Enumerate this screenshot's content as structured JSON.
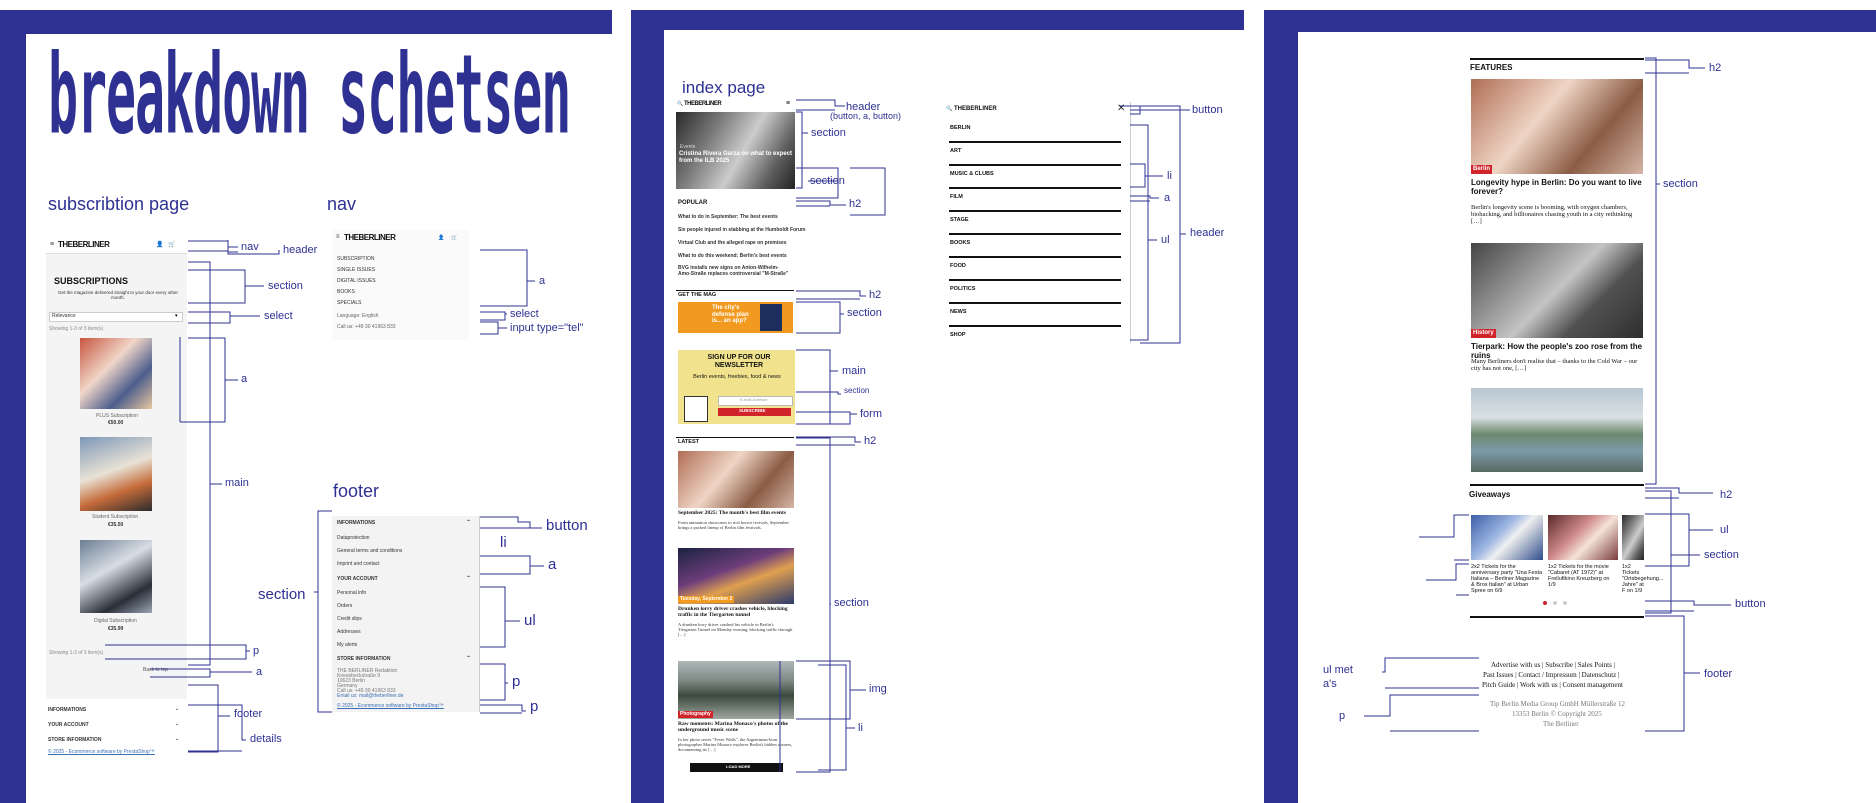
{
  "title": "breakdown schetsen",
  "headings": {
    "subscription": "subscribtion page",
    "nav": "nav",
    "footer": "footer",
    "index": "index page"
  },
  "colors": {
    "accent": "#2e3192",
    "red": "#d1232a",
    "yellow": "#f7c948",
    "orange": "#f29a1f"
  },
  "labels": {
    "p1": {
      "nav": "nav",
      "header": "header",
      "section": "section",
      "select": "select",
      "a": "a",
      "main": "main",
      "p": "p",
      "a2": "a",
      "footer": "footer",
      "details": "details"
    },
    "nav": {
      "a": "a",
      "select": "select",
      "tel": "input type=\"tel\""
    },
    "footer": {
      "button": "button",
      "li": "li",
      "a": "a",
      "section": "section",
      "ul": "ul",
      "p1": "p",
      "p2": "p"
    },
    "index": {
      "header": "header",
      "header_sub": "(button, a, button)",
      "section1": "section",
      "section2": "section",
      "h2a": "h2",
      "h2b": "h2",
      "section3": "section",
      "main": "main",
      "section_small": "section",
      "form": "form",
      "h2c": "h2",
      "section4": "section",
      "img": "img",
      "li": "li",
      "button": "button",
      "li2": "li",
      "a": "a",
      "ul": "ul",
      "header2": "header"
    },
    "p3": {
      "h2": "h2",
      "section": "section",
      "h2b": "h2",
      "ul": "ul",
      "section2": "section",
      "button": "button",
      "footer": "footer",
      "ul_met": "ul met",
      "as": "a's",
      "p": "p"
    }
  },
  "sub": {
    "logo": "THEBERLINER",
    "heading": "SUBSCRIPTIONS",
    "intro": "Get the magazine delivered straight to your door every other month.",
    "select": "Relevance",
    "showing": "Showing 1-3 of 3 item(s)",
    "items": [
      {
        "name": "PLUS Subscription",
        "price": "€50.00"
      },
      {
        "name": "Student Subscription",
        "price": "€35.50"
      },
      {
        "name": "Digital Subscription",
        "price": "€35.99"
      }
    ],
    "showing2": "Showing 1-3 of 3 item(s)",
    "back": "Back to top",
    "footer": [
      "INFORMATIONS",
      "YOUR ACCOUNT",
      "STORE INFORMATION"
    ],
    "copyright": "© 2025 - Ecommerce software by PrestaShop™"
  },
  "navmock": {
    "logo": "THEBERLINER",
    "links": [
      "SUBSCRIPTION",
      "SINGLE ISSUES",
      "DIGITAL ISSUES",
      "BOOKS",
      "SPECIALS"
    ],
    "lang": "Language: English",
    "call": "Call us: +49 30 41963 833"
  },
  "footmock": {
    "sections": [
      {
        "title": "INFORMATIONS",
        "items": [
          "Dataprotection",
          "General terms and conditions",
          "Imprint and contact"
        ]
      },
      {
        "title": "YOUR ACCOUNT",
        "items": [
          "Personal info",
          "Orders",
          "Credit slips",
          "Addresses",
          "My alerts"
        ]
      },
      {
        "title": "STORE INFORMATION",
        "items": [
          "THE BERLINER Redaktion",
          "Knesebeckstraße 9",
          "10623 Berlin",
          "Germany",
          "Call us: +49 30 41963 833",
          "Email us: mail@theberliner.de"
        ]
      }
    ],
    "copyright": "© 2025 - Ecommerce software by PrestaShop™"
  },
  "index": {
    "logo": "THEBERLINER",
    "hero_kicker": "Events",
    "hero_title": "Cristina Rivera Garza on what to expect from the ILB 2025",
    "popular": "POPULAR",
    "popular_items": [
      "What to do in September: The best events",
      "Six people injured in stabbing at the Humboldt Forum",
      "Virtual Club and the alleged rape on premises",
      "What to do this weekend: Berlin's best events",
      "BVG installs new signs on Anton-Wilhelm-Amo-Straße replaces controversial \"M-Straße\""
    ],
    "getmag": "GET THE MAG",
    "mag_banner": "The city's defense plan is... an app?",
    "signup_title": "SIGN UP FOR OUR NEWSLETTER",
    "signup_sub": "Berlin events, freebies, food & news",
    "email_ph": "E-mail-Adresse",
    "subscribe": "SUBSCRIBE",
    "latest": "LATEST",
    "latest_items": [
      {
        "title": "September 2025: The month's best film events",
        "text": "From animation showcases to rich horror revivals, September brings a packed lineup of Berlin film festivals.",
        "tag": ""
      },
      {
        "title": "Drunken lorry driver crashes vehicle, blocking traffic in the Tiergarten tunnel",
        "text": "A drunken lorry driver crashed his vehicle in Berlin's Tiergarten Tunnel on Monday evening, blocking traffic through […]",
        "tag": "Tuesday, September 2"
      },
      {
        "title": "Raw moments: Marina Monaco's photos of the underground music scene",
        "text": "In her photo series \"Fever Walls\", the Argentinian-born photographer Marina Monaco explores Berlin's hidden corners, documenting its […]",
        "tag": "Photography"
      }
    ],
    "loadmore": "LOAD MORE",
    "menu": [
      "BERLIN",
      "ART",
      "MUSIC & CLUBS",
      "FILM",
      "STAGE",
      "BOOKS",
      "FOOD",
      "POLITICS",
      "NEWS",
      "SHOP"
    ]
  },
  "features": {
    "title": "FEATURES",
    "items": [
      {
        "tag": "Berlin",
        "title": "Longevity hype in Berlin: Do you want to live forever?",
        "text": "Berlin's longevity scene is booming, with oxygen chambers, biohacking, and billionaires chasing youth in a city rethinking […]"
      },
      {
        "tag": "History",
        "title": "Tierpark: How the people's zoo rose from the ruins",
        "text": "Many Berliners don't realise that – thanks to the Cold War – our city has not one, […]"
      }
    ],
    "giveaways": "Giveaways",
    "give_items": [
      "2x2 Tickets for the anniversary party \"Una Festa Italiana – Berliner Magazine & Bros Italian\" at Urban Spree on 6/9",
      "1x2 Tickets for the movie \"Cabaret (AT 1972)\" at Freiluftkino Kreuzberg on 1/9",
      "1x2 Tickets \"Ortsbegehung... Jahre\" at F on 1/9"
    ],
    "footer_links_1": "Advertise with us | Subscribe | Sales Points |",
    "footer_links_2": "Past Issues | Contact / Impressum | Datenschutz |",
    "footer_links_3": "Pitch Guide | Work with us | Consent management",
    "address_1": "Tip Berlin Media Group GmbH Müllerstraße 12",
    "address_2": "13353 Berlin © Copyright 2025",
    "address_3": "The Berliner"
  }
}
